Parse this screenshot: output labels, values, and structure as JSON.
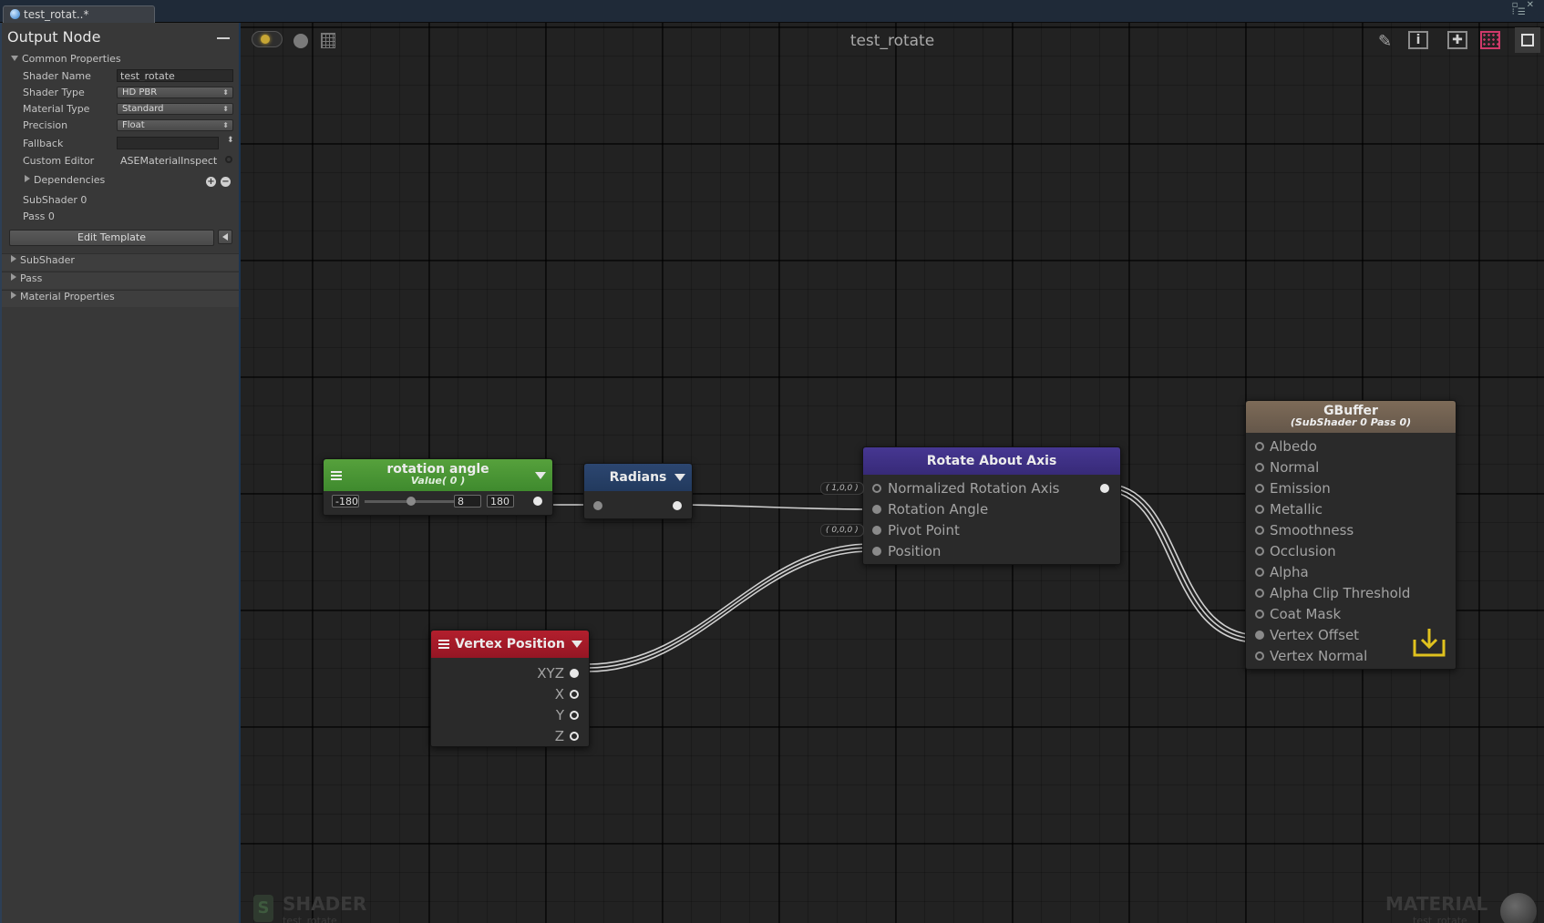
{
  "window": {
    "tab_title": "test_rotat..*"
  },
  "inspector": {
    "title": "Output Node",
    "common_properties": {
      "label": "Common Properties",
      "shader_name": {
        "label": "Shader Name",
        "value": "test_rotate"
      },
      "shader_type": {
        "label": "Shader Type",
        "value": "HD PBR"
      },
      "material_type": {
        "label": "Material Type",
        "value": "Standard"
      },
      "precision": {
        "label": "Precision",
        "value": "Float"
      },
      "fallback": {
        "label": "Fallback",
        "value": ""
      },
      "custom_editor": {
        "label": "Custom Editor",
        "value": "ASEMaterialInspect"
      },
      "dependencies": "Dependencies",
      "subshader_info": "SubShader 0",
      "pass_info": "Pass 0",
      "edit_template": "Edit Template"
    },
    "sections": [
      "SubShader",
      "Pass",
      "Material Properties"
    ]
  },
  "canvas": {
    "title": "test_rotate",
    "watermark_left": {
      "title": "SHADER",
      "subtitle": "test_rotate"
    },
    "watermark_right": {
      "title": "MATERIAL",
      "subtitle": "test_rotate"
    }
  },
  "nodes": {
    "rotation_angle": {
      "title": "rotation angle",
      "subtitle": "Value( 0 )",
      "min": "-180",
      "value": "8",
      "max": "180",
      "slider_fraction": 0.52,
      "header_color": "#3f8a2e"
    },
    "radians": {
      "title": "Radians",
      "header_color": "#253e63"
    },
    "rotate_about_axis": {
      "title": "Rotate About Axis",
      "header_color": "#3d2f80",
      "inputs": [
        "Normalized Rotation Axis",
        "Rotation Angle",
        "Pivot Point",
        "Position"
      ],
      "defaults": {
        "axis": "( 1,0,0 )",
        "pivot": "( 0,0,0 )"
      }
    },
    "vertex_position": {
      "title": "Vertex Position",
      "header_color": "#9e1a27",
      "outputs": [
        "XYZ",
        "X",
        "Y",
        "Z"
      ]
    },
    "gbuffer": {
      "title": "GBuffer",
      "subtitle": "(SubShader 0 Pass 0)",
      "header_color": "#6f5f4e",
      "inputs": [
        "Albedo",
        "Normal",
        "Emission",
        "Metallic",
        "Smoothness",
        "Occlusion",
        "Alpha",
        "Alpha Clip Threshold",
        "Coat Mask",
        "Vertex Offset",
        "Vertex Normal"
      ]
    }
  }
}
